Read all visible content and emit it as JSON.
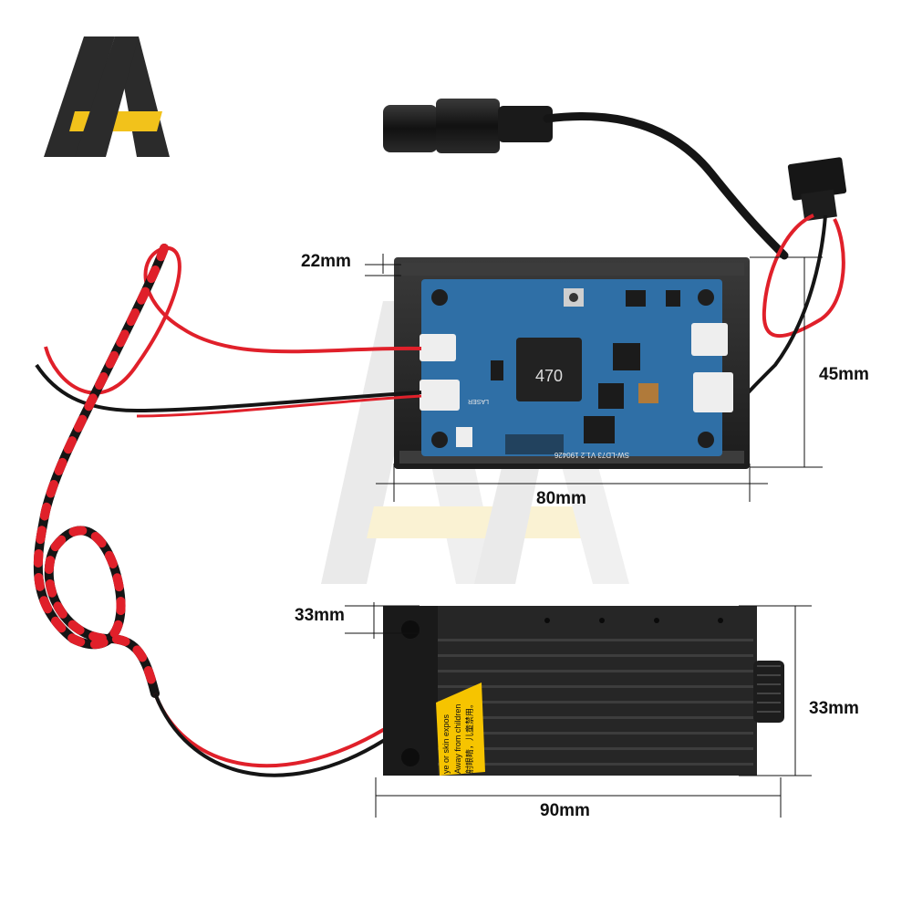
{
  "logo": {
    "letters": "AA",
    "accent_color": "#f2c21b",
    "dark_color": "#2b2b2b"
  },
  "dimensions": {
    "driver_thickness": "22mm",
    "driver_height": "45mm",
    "driver_width": "80mm",
    "module_fan_height": "33mm",
    "module_height": "33mm",
    "module_length": "90mm"
  },
  "driver_board": {
    "inductor_label": "470",
    "pcb_text": "SW-LD73 V1.2 190426",
    "connector_label": "LASER",
    "pcb_color": "#2f6fa6"
  },
  "warning_sticker": {
    "line1": "ye or skin expos",
    "line2": "Away from children",
    "line3": "射眼睛，儿童禁用。",
    "color": "#f6c400"
  },
  "colors": {
    "wire_red": "#e0202a",
    "wire_black": "#151515",
    "heatsink": "#2a2a2a"
  }
}
